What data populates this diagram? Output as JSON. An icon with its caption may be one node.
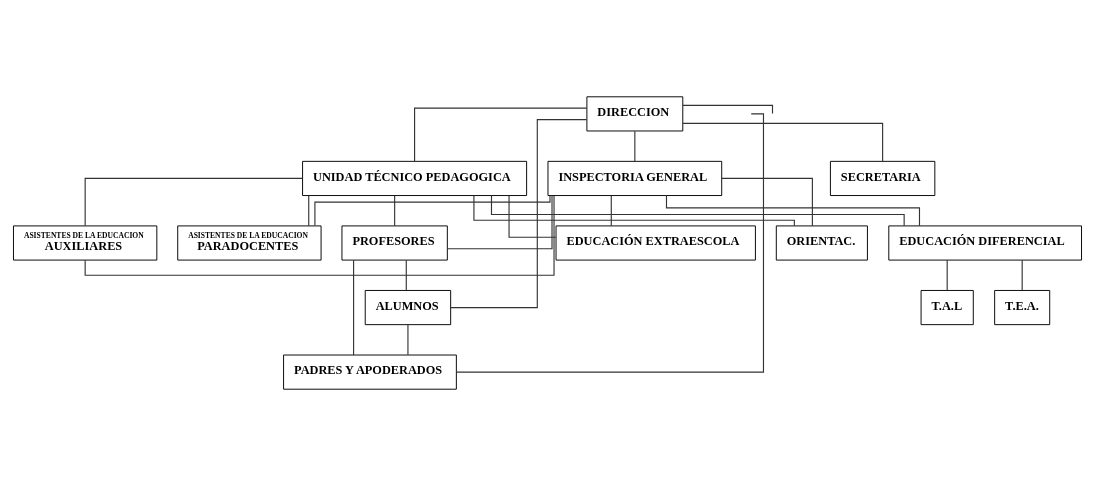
{
  "diagram": {
    "nodes": [
      {
        "text": [
          "DIRECCION"
        ]
      },
      {
        "text": [
          "INSPECTORIA GENERAL"
        ]
      },
      {
        "text": [
          "SECRETARIA"
        ]
      },
      {
        "text": [
          "UNIDAD TÉCNICO PEDAGOGICA"
        ]
      },
      {
        "text": [
          "ASISTENTES DE LA EDUCACION",
          "AUXILIARES"
        ]
      },
      {
        "text": [
          "ASISTENTES DE LA EDUCACION",
          "PARADOCENTES"
        ]
      },
      {
        "text": [
          "PROFESORES"
        ]
      },
      {
        "text": [
          "EDUCACIÓN EXTRAESCOLA"
        ]
      },
      {
        "text": [
          "ORIENTAC."
        ]
      },
      {
        "text": [
          "EDUCACIÓN DIFERENCIAL"
        ]
      },
      {
        "text": [
          "T.E.A."
        ]
      },
      {
        "text": [
          "T.A.L"
        ]
      },
      {
        "text": [
          "ALUMNOS"
        ]
      },
      {
        "text": [
          "PADRES Y APODERADOS"
        ]
      }
    ],
    "edges": [
      {
        "from": 0,
        "to": 1,
        "arrow": "none"
      },
      {
        "from": 0,
        "to": 2,
        "arrow": "none"
      },
      {
        "from": 0,
        "to": 3,
        "arrow": "none"
      },
      {
        "from": 1,
        "to": 4,
        "arrow": "none"
      },
      {
        "from": 1,
        "to": 5,
        "arrow": "none"
      },
      {
        "from": 1,
        "to": 6,
        "arrow": "none"
      },
      {
        "from": 1,
        "to": 7,
        "arrow": "none"
      },
      {
        "from": 1,
        "to": 8,
        "arrow": "none"
      },
      {
        "from": 1,
        "to": 9,
        "arrow": "none"
      },
      {
        "from": 3,
        "to": 4,
        "arrow": "none"
      },
      {
        "from": 3,
        "to": 5,
        "arrow": "none"
      },
      {
        "from": 3,
        "to": 6,
        "arrow": "none"
      },
      {
        "from": 3,
        "to": 7,
        "arrow": "none"
      },
      {
        "from": 3,
        "to": 8,
        "arrow": "none"
      },
      {
        "from": 3,
        "to": 9,
        "arrow": "none"
      },
      {
        "from": 9,
        "to": 10,
        "arrow": "none"
      },
      {
        "from": 9,
        "to": 11,
        "arrow": "none"
      },
      {
        "from": 6,
        "to": 12,
        "arrow": "none"
      },
      {
        "from": 6,
        "to": 13,
        "arrow": "none"
      },
      {
        "from": 12,
        "to": 13,
        "arrow": "none"
      },
      {
        "from": 0,
        "to": 12,
        "arrow": "none"
      },
      {
        "from": 0,
        "to": null,
        "arrow": "none"
      },
      {
        "from": 13,
        "to": null,
        "arrow": "none"
      }
    ]
  }
}
